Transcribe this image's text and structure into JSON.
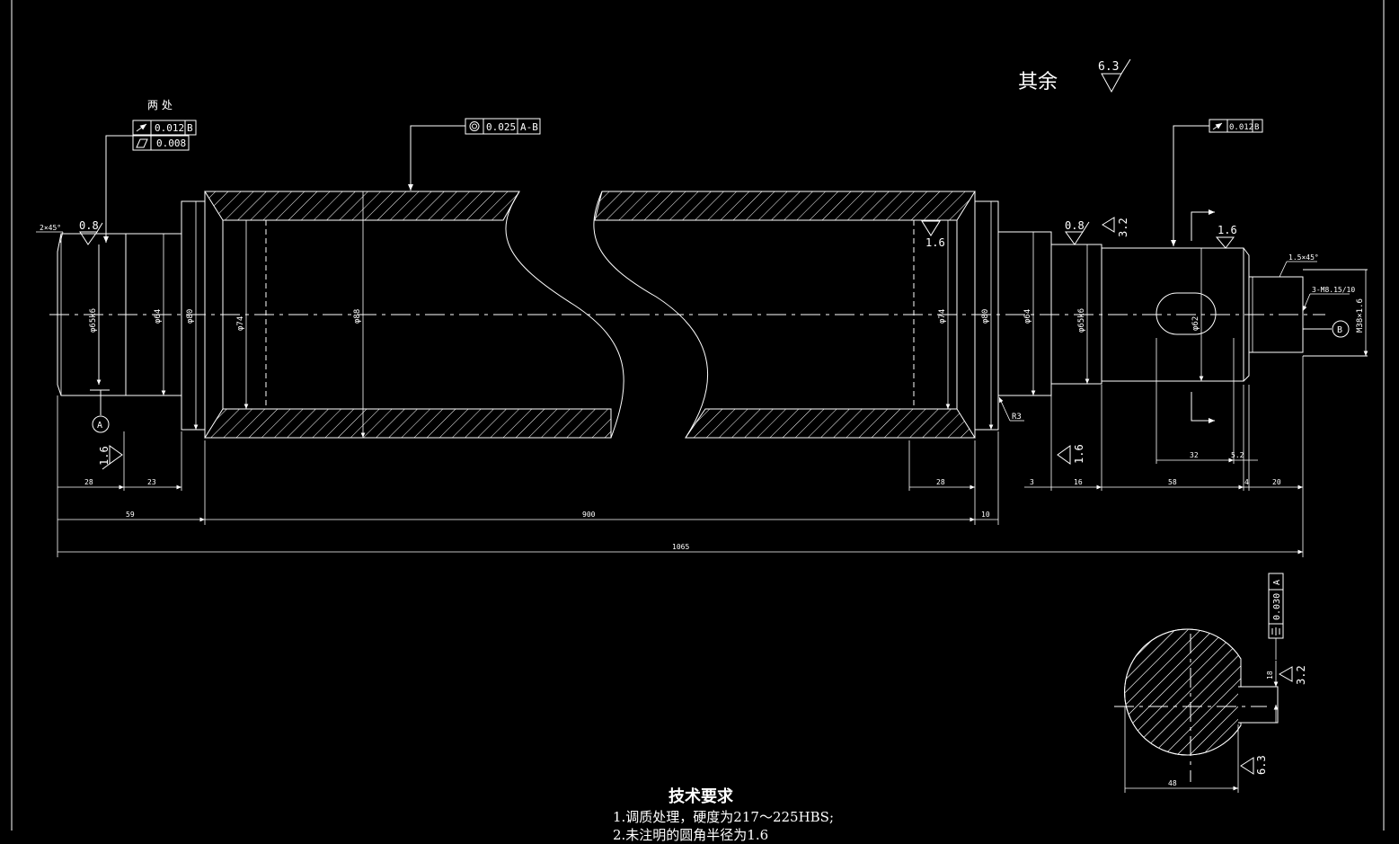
{
  "surface_note": {
    "label": "其余",
    "roughness": "6.3"
  },
  "both_places_label": "两 处",
  "tolerances": {
    "left_runout": "0.012",
    "left_runout_datum": "B",
    "left_cylindricity": "0.008",
    "center_coaxiality": "0.025",
    "center_coaxiality_datum": "A-B",
    "right_runout": "0.012",
    "right_runout_datum": "B",
    "keyway_symmetry": "0.030",
    "keyway_symmetry_datum": "A"
  },
  "roughness": {
    "left_journal": "0.8",
    "left_shoulder": "1.6",
    "inner_bore": "1.6",
    "right_journal": "0.8",
    "right_face": "3.2",
    "right_step": "1.6",
    "right_shoulder": "1.6",
    "section_key": "3.2",
    "section_bottom": "6.3"
  },
  "chamfers": {
    "left": "2×45°",
    "right": "1.5×45°"
  },
  "diameters": {
    "left_journal": "φ65k6",
    "left_step": "φ64",
    "left_flange": "φ80",
    "bore": "φ74",
    "drum": "φ88",
    "bore_right": "φ74",
    "right_flange": "φ80",
    "right_step": "φ64",
    "right_journal": "φ65k6",
    "right_key_shaft": "φ62",
    "thread": "M38×1.6"
  },
  "notes": {
    "thread_note": "3-M8.15/10",
    "fillet": "R3"
  },
  "datums": {
    "a": "A",
    "b": "B"
  },
  "dimensions": {
    "d28_left": "28",
    "d23": "23",
    "d59": "59",
    "d900": "900",
    "d10": "10",
    "d1065": "1065",
    "d28_right": "28",
    "d3": "3",
    "d16": "16",
    "d58": "58",
    "d4": "4",
    "d20": "20",
    "d32": "32",
    "d52": "5.2"
  },
  "section": {
    "key_depth": "18",
    "width": "48"
  },
  "tech_requirements": {
    "title": "技术要求",
    "item1": "1.调质处理，硬度为217～225HBS;",
    "item2": "2.未注明的圆角半径为1.6"
  }
}
